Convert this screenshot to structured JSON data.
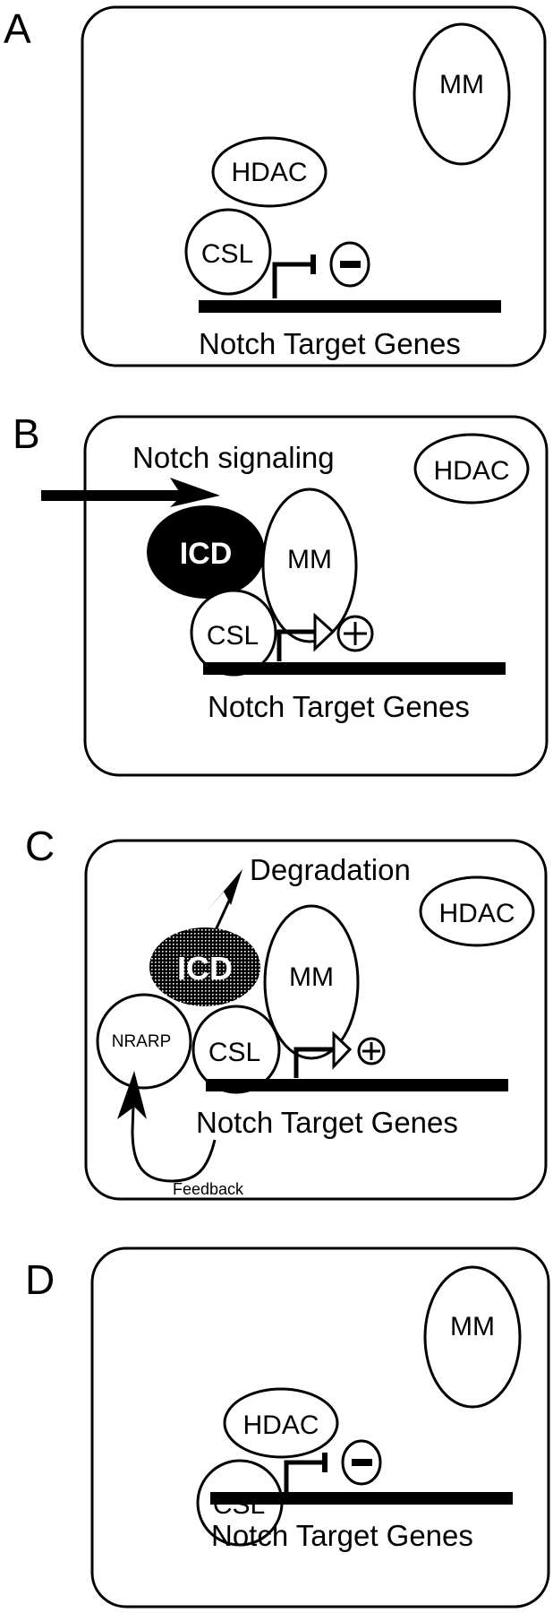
{
  "figure": {
    "colors": {
      "ink": "#000000",
      "paper": "#ffffff"
    },
    "panels": [
      {
        "id": "A",
        "label": "A",
        "state": "repressed",
        "proteins": {
          "mm": "MM",
          "hdac": "HDAC",
          "csl": "CSL"
        },
        "regulation_symbol": "−",
        "gene_label": "Notch Target Genes"
      },
      {
        "id": "B",
        "label": "B",
        "state": "activated",
        "signal_label": "Notch signaling",
        "proteins": {
          "hdac": "HDAC",
          "icd": "ICD",
          "mm": "MM",
          "csl": "CSL"
        },
        "regulation_symbol": "+",
        "gene_label": "Notch Target Genes"
      },
      {
        "id": "C",
        "label": "C",
        "state": "feedback",
        "degradation_label": "Degradation",
        "proteins": {
          "hdac": "HDAC",
          "icd": "ICD",
          "mm": "MM",
          "nrarp": "NRARP",
          "csl": "CSL"
        },
        "regulation_symbol": "+",
        "gene_label": "Notch Target Genes",
        "feedback_label": "Feedback"
      },
      {
        "id": "D",
        "label": "D",
        "state": "repressed",
        "proteins": {
          "mm": "MM",
          "hdac": "HDAC",
          "csl": "CSL"
        },
        "regulation_symbol": "−",
        "gene_label": "Notch Target Genes"
      }
    ]
  }
}
